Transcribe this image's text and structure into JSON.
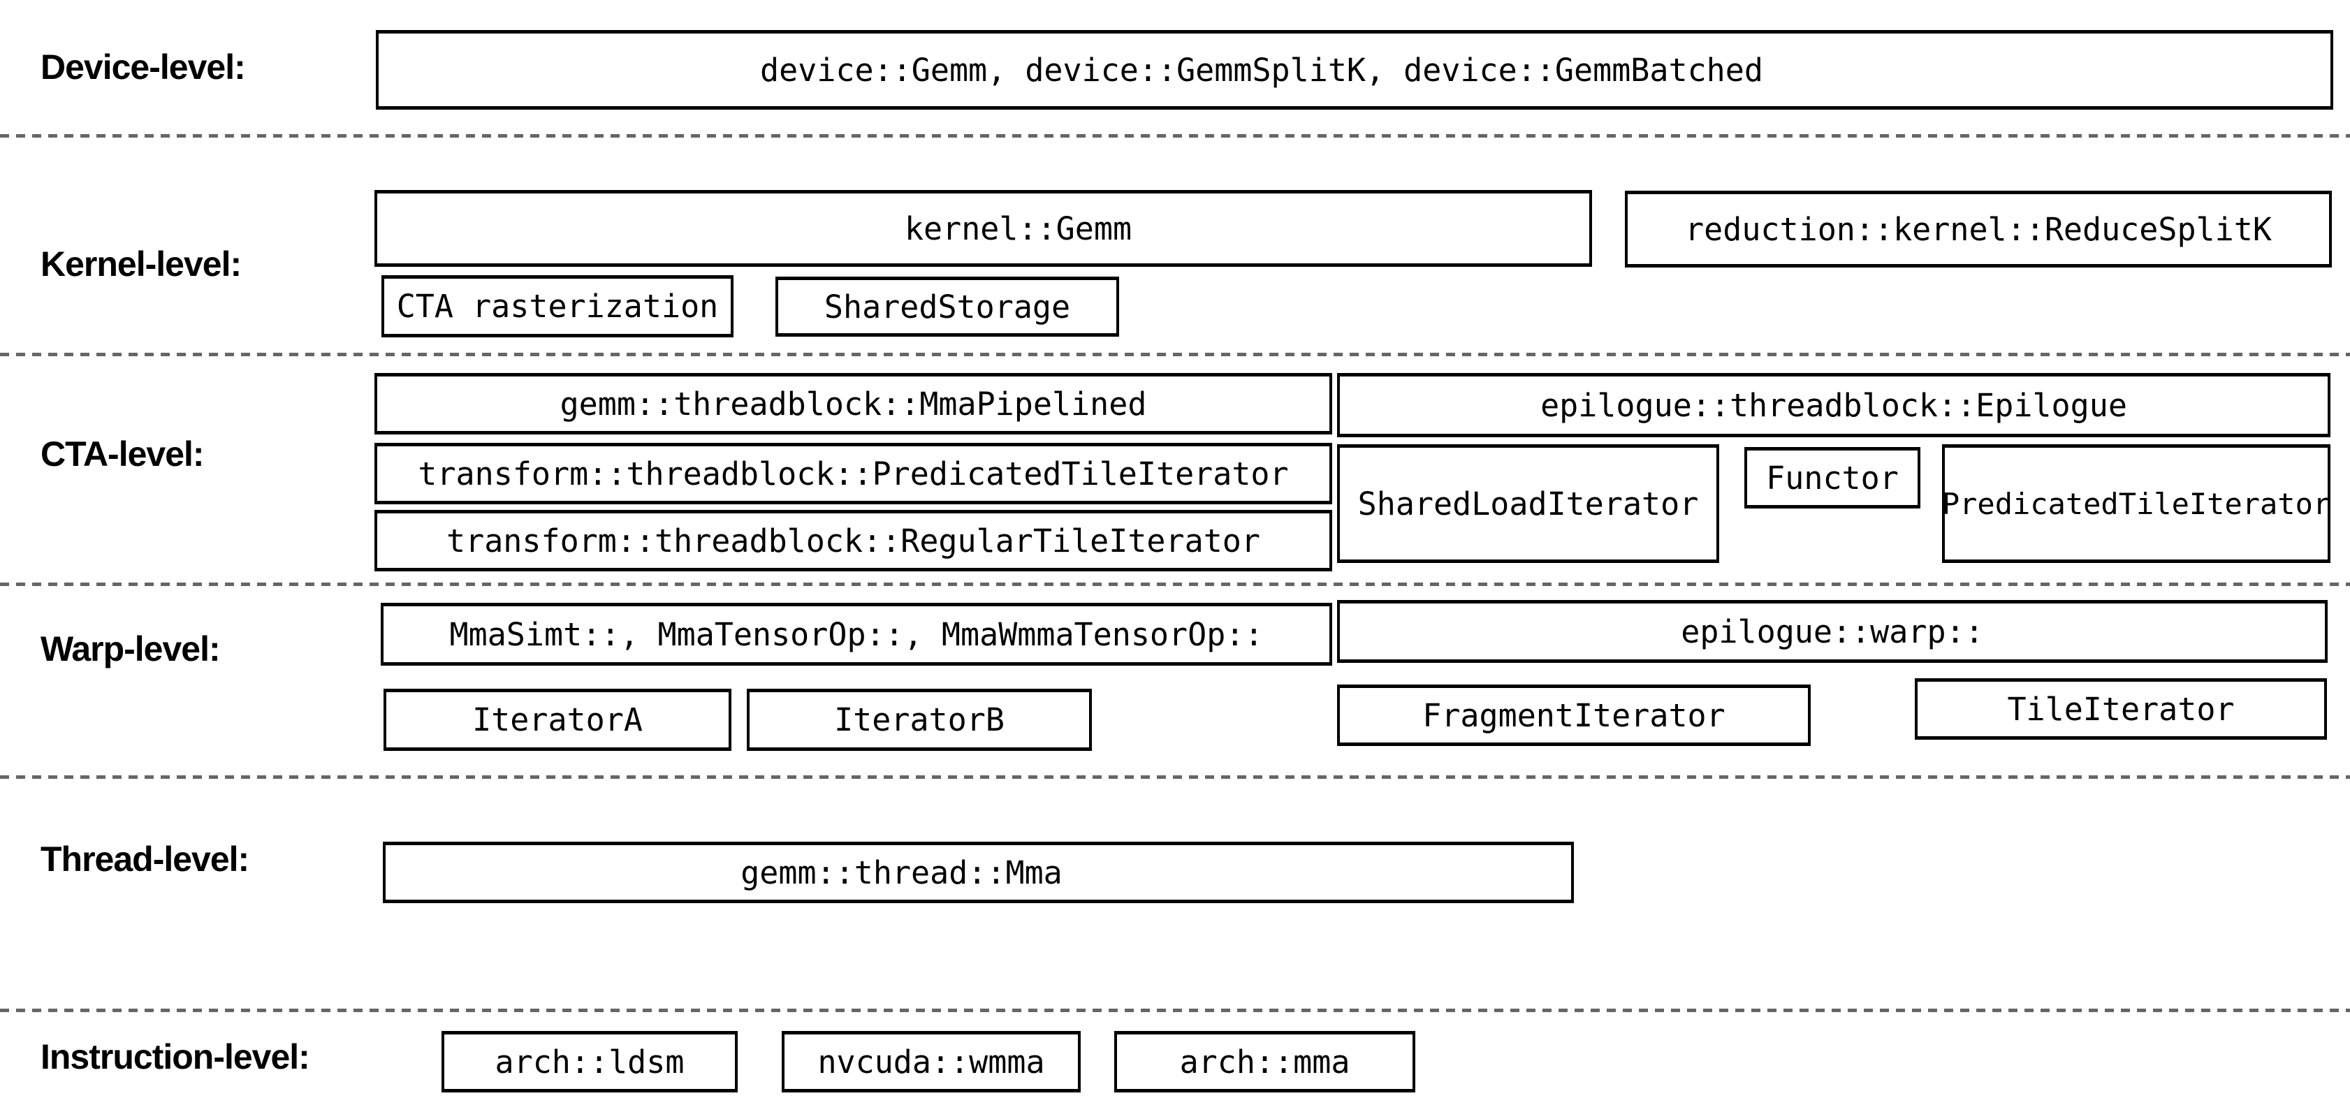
{
  "diagram": {
    "colors": {
      "background": "#ffffff",
      "box_border": "#000000",
      "text": "#000000",
      "separator": "#666666"
    },
    "levels": [
      {
        "label": "Device-level:",
        "boxes": [
          {
            "text": "device::Gemm, device::GemmSplitK, device::GemmBatched"
          }
        ]
      },
      {
        "label": "Kernel-level:",
        "boxes": [
          {
            "text": "kernel::Gemm"
          },
          {
            "text": "reduction::kernel::ReduceSplitK"
          },
          {
            "text": "CTA rasterization"
          },
          {
            "text": "SharedStorage"
          }
        ]
      },
      {
        "label": "CTA-level:",
        "boxes": [
          {
            "text": "gemm::threadblock::MmaPipelined"
          },
          {
            "text": "epilogue::threadblock::Epilogue"
          },
          {
            "text": "transform::threadblock::PredicatedTileIterator"
          },
          {
            "text": "SharedLoadIterator"
          },
          {
            "text": "Functor"
          },
          {
            "text": "PredicatedTileIterator"
          },
          {
            "text": "transform::threadblock::RegularTileIterator"
          }
        ]
      },
      {
        "label": "Warp-level:",
        "boxes": [
          {
            "text": "MmaSimt::, MmaTensorOp::, MmaWmmaTensorOp::"
          },
          {
            "text": "epilogue::warp::"
          },
          {
            "text": "IteratorA"
          },
          {
            "text": "IteratorB"
          },
          {
            "text": "FragmentIterator"
          },
          {
            "text": "TileIterator"
          }
        ]
      },
      {
        "label": "Thread-level:",
        "boxes": [
          {
            "text": "gemm::thread::Mma"
          }
        ]
      },
      {
        "label": "Instruction-level:",
        "boxes": [
          {
            "text": "arch::ldsm"
          },
          {
            "text": "nvcuda::wmma"
          },
          {
            "text": "arch::mma"
          }
        ]
      }
    ]
  }
}
